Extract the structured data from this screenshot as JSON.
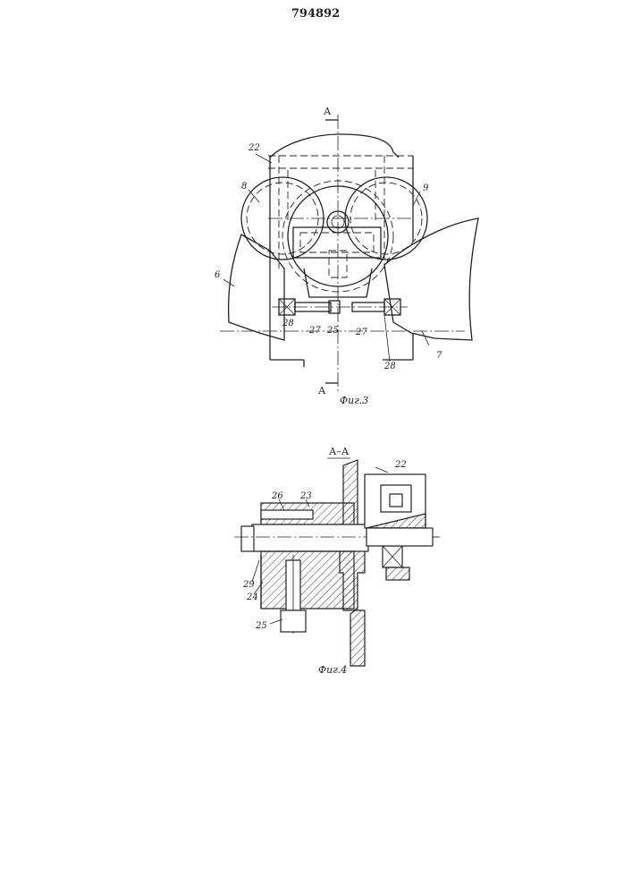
{
  "document": {
    "patent_number": "794892"
  },
  "figure3": {
    "caption": "Фиг.3",
    "section_mark_top": "А",
    "section_mark_bottom": "А",
    "labels": {
      "l22": "22",
      "l8": "8",
      "l9": "9",
      "l6": "6",
      "l28a": "28",
      "l27a": "27",
      "l25": "25",
      "l27b": "27",
      "l28b": "28",
      "l7": "7"
    }
  },
  "figure4": {
    "caption": "Фиг.4",
    "section_title": "А–А",
    "labels": {
      "l22": "22",
      "l26": "26",
      "l23": "23",
      "l29": "29",
      "l24": "24",
      "l25": "25"
    }
  },
  "colors": {
    "ink": "#222222",
    "paper": "#ffffff"
  }
}
